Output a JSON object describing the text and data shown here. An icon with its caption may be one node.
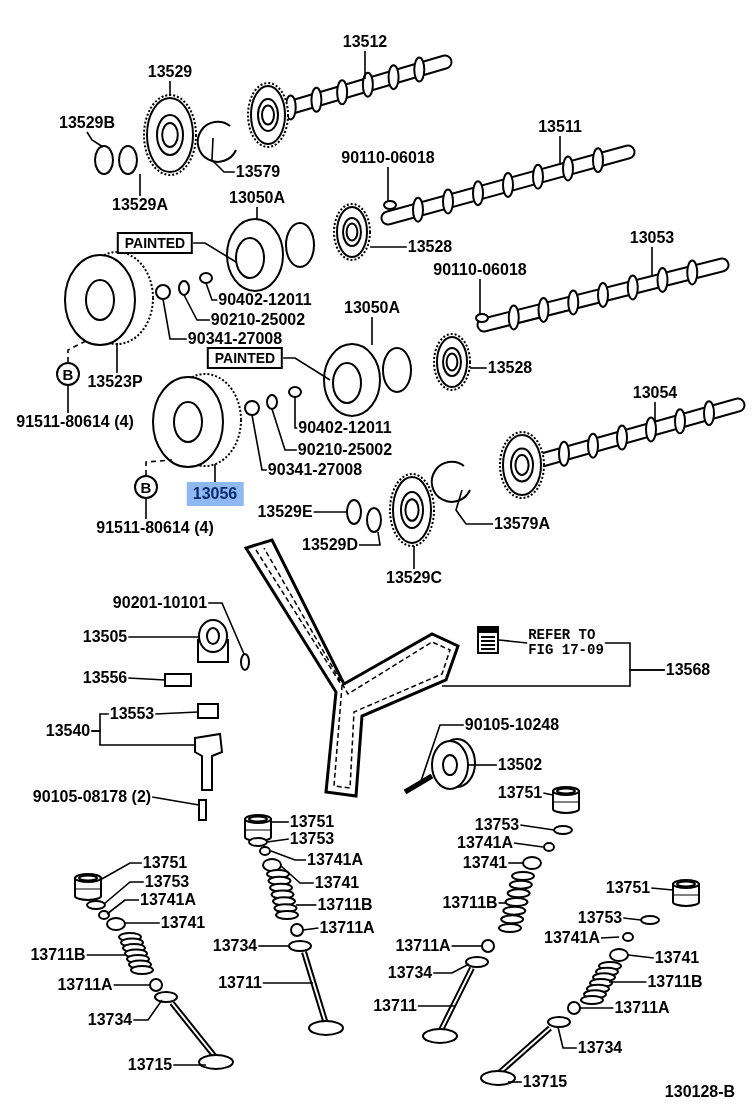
{
  "diagram": {
    "nodes": [
      {
        "text": [
          "13512"
        ]
      },
      {
        "text": [
          "13529"
        ]
      },
      {
        "text": [
          "13529B"
        ]
      },
      {
        "text": [
          "13579"
        ]
      },
      {
        "text": [
          "13529A"
        ]
      },
      {
        "text": [
          "13511"
        ]
      },
      {
        "text": [
          "90110-06018"
        ]
      },
      {
        "text": [
          "13050A"
        ]
      },
      {
        "text": [
          "13528"
        ]
      },
      {
        "text": [
          "PAINTED"
        ]
      },
      {
        "text": [
          "13053"
        ]
      },
      {
        "text": [
          "90110-06018"
        ]
      },
      {
        "text": [
          "90402-12011"
        ]
      },
      {
        "text": [
          "90210-25002"
        ]
      },
      {
        "text": [
          "90341-27008"
        ]
      },
      {
        "text": [
          "13050A"
        ]
      },
      {
        "text": [
          "13528"
        ]
      },
      {
        "text": [
          "PAINTED"
        ]
      },
      {
        "text": [
          "B"
        ]
      },
      {
        "text": [
          "91511-80614 (4)"
        ]
      },
      {
        "text": [
          "13523P"
        ]
      },
      {
        "text": [
          "90402-12011"
        ]
      },
      {
        "text": [
          "13054"
        ]
      },
      {
        "text": [
          "90210-25002"
        ]
      },
      {
        "text": [
          "90341-27008"
        ]
      },
      {
        "text": [
          "B"
        ]
      },
      {
        "text": [
          "91511-80614 (4)"
        ]
      },
      {
        "text": [
          "13056"
        ]
      },
      {
        "text": [
          "13529E"
        ]
      },
      {
        "text": [
          "13579A"
        ]
      },
      {
        "text": [
          "13529D"
        ]
      },
      {
        "text": [
          "13529C"
        ]
      },
      {
        "text": [
          "90201-10101"
        ]
      },
      {
        "text": [
          "13505"
        ]
      },
      {
        "text": [
          "REFER TO FIG 17-09"
        ]
      },
      {
        "text": [
          "13568"
        ]
      },
      {
        "text": [
          "13556"
        ]
      },
      {
        "text": [
          "13553"
        ]
      },
      {
        "text": [
          "13540"
        ]
      },
      {
        "text": [
          "90105-10248"
        ]
      },
      {
        "text": [
          "13502"
        ]
      },
      {
        "text": [
          "13751"
        ]
      },
      {
        "text": [
          "90105-08178 (2)"
        ]
      },
      {
        "text": [
          "13751"
        ]
      },
      {
        "text": [
          "13753"
        ]
      },
      {
        "text": [
          "13741A"
        ]
      },
      {
        "text": [
          "13741"
        ]
      },
      {
        "text": [
          "13711B"
        ]
      },
      {
        "text": [
          "13711A"
        ]
      },
      {
        "text": [
          "13734"
        ]
      },
      {
        "text": [
          "13711"
        ]
      },
      {
        "text": [
          "13753"
        ]
      },
      {
        "text": [
          "13741A"
        ]
      },
      {
        "text": [
          "13741"
        ]
      },
      {
        "text": [
          "13711B"
        ]
      },
      {
        "text": [
          "13711A"
        ]
      },
      {
        "text": [
          "13734"
        ]
      },
      {
        "text": [
          "13711"
        ]
      },
      {
        "text": [
          "13751"
        ]
      },
      {
        "text": [
          "13753"
        ]
      },
      {
        "text": [
          "13741A"
        ]
      },
      {
        "text": [
          "13741"
        ]
      },
      {
        "text": [
          "13711B"
        ]
      },
      {
        "text": [
          "13711A"
        ]
      },
      {
        "text": [
          "13734"
        ]
      },
      {
        "text": [
          "13715"
        ]
      },
      {
        "text": [
          "13751"
        ]
      },
      {
        "text": [
          "13753"
        ]
      },
      {
        "text": [
          "13741A"
        ]
      },
      {
        "text": [
          "13741"
        ]
      },
      {
        "text": [
          "13711B"
        ]
      },
      {
        "text": [
          "13711A"
        ]
      },
      {
        "text": [
          "13734"
        ]
      },
      {
        "text": [
          "13715"
        ]
      },
      {
        "text": [],
        "shape": "picture"
      },
      {
        "text": [],
        "shape": "picture"
      },
      {
        "text": [],
        "shape": "picture"
      },
      {
        "text": [],
        "shape": "circle"
      },
      {
        "text": [],
        "shape": "picture"
      },
      {
        "text": [],
        "shape": "circle"
      },
      {
        "text": [],
        "shape": "picture"
      },
      {
        "text": [],
        "shape": "circle"
      },
      {
        "text": [],
        "shape": "picture"
      },
      {
        "text": [],
        "shape": "picture"
      },
      {
        "text": [],
        "shape": "picture"
      },
      {
        "text": [],
        "shape": "circle"
      },
      {
        "text": [],
        "shape": "circle"
      },
      {
        "text": [],
        "shape": "circle"
      },
      {
        "text": [],
        "shape": "circle"
      },
      {
        "text": [],
        "shape": "picture"
      },
      {
        "text": [],
        "shape": "picture"
      },
      {
        "text": [],
        "shape": "picture"
      },
      {
        "text": [],
        "shape": "circle"
      },
      {
        "text": [],
        "shape": "picture"
      },
      {
        "text": [],
        "shape": "circle"
      },
      {
        "text": [],
        "shape": "circle"
      },
      {
        "text": [],
        "shape": "picture"
      },
      {
        "text": [],
        "shape": "circle"
      },
      {
        "text": [],
        "shape": "picture"
      },
      {
        "text": [],
        "shape": "circle"
      },
      {
        "text": [],
        "shape": "picture"
      },
      {
        "text": [],
        "shape": "circle"
      },
      {
        "text": [],
        "shape": "picture"
      },
      {
        "text": [],
        "shape": "picture"
      },
      {
        "text": [],
        "shape": "box"
      },
      {
        "text": [],
        "shape": "box"
      },
      {
        "text": [],
        "shape": "picture"
      },
      {
        "text": [],
        "shape": "picture"
      },
      {
        "text": [],
        "shape": "picture"
      },
      {
        "text": [],
        "shape": "picture"
      },
      {
        "text": [],
        "shape": "box"
      },
      {
        "text": [],
        "shape": "picture"
      },
      {
        "text": [],
        "shape": "circle"
      },
      {
        "text": [],
        "shape": "circle"
      },
      {
        "text": [],
        "shape": "circle"
      },
      {
        "text": [],
        "shape": "picture"
      },
      {
        "text": [],
        "shape": "circle"
      },
      {
        "text": [],
        "shape": "circle"
      },
      {
        "text": [],
        "shape": "picture"
      },
      {
        "text": [],
        "shape": "circle"
      },
      {
        "text": [],
        "shape": "circle"
      },
      {
        "text": [],
        "shape": "circle"
      },
      {
        "text": [],
        "shape": "picture"
      },
      {
        "text": [],
        "shape": "circle"
      },
      {
        "text": [],
        "shape": "circle"
      },
      {
        "text": [],
        "shape": "picture"
      },
      {
        "text": [],
        "shape": "picture"
      },
      {
        "text": [],
        "shape": "circle"
      },
      {
        "text": [],
        "shape": "circle"
      },
      {
        "text": [],
        "shape": "circle"
      },
      {
        "text": [],
        "shape": "picture"
      },
      {
        "text": [],
        "shape": "circle"
      },
      {
        "text": [],
        "shape": "circle"
      },
      {
        "text": [],
        "shape": "picture"
      },
      {
        "text": [],
        "shape": "picture"
      },
      {
        "text": [],
        "shape": "circle"
      },
      {
        "text": [],
        "shape": "circle"
      },
      {
        "text": [],
        "shape": "circle"
      },
      {
        "text": [],
        "shape": "picture"
      },
      {
        "text": [],
        "shape": "circle"
      },
      {
        "text": [],
        "shape": "circle"
      },
      {
        "text": [],
        "shape": "picture"
      }
    ],
    "edges": [
      {
        "from": 0,
        "to": 75,
        "arrow": "none"
      },
      {
        "from": 1,
        "to": 76,
        "arrow": "none"
      },
      {
        "from": 2,
        "to": 77,
        "arrow": "none"
      },
      {
        "from": 3,
        "to": 78,
        "arrow": "none"
      },
      {
        "from": 4,
        "to": 79,
        "arrow": "none"
      },
      {
        "from": 5,
        "to": 80,
        "arrow": "none"
      },
      {
        "from": 6,
        "to": 81,
        "arrow": "none"
      },
      {
        "from": 7,
        "to": 82,
        "arrow": "none"
      },
      {
        "from": 8,
        "to": 83,
        "arrow": "none"
      },
      {
        "from": 9,
        "to": 82,
        "arrow": "none"
      },
      {
        "from": 10,
        "to": 84,
        "arrow": "none"
      },
      {
        "from": 11,
        "to": 85,
        "arrow": "none"
      },
      {
        "from": 12,
        "to": 86,
        "arrow": "none"
      },
      {
        "from": 13,
        "to": 87,
        "arrow": "none"
      },
      {
        "from": 14,
        "to": 88,
        "arrow": "none"
      },
      {
        "from": 15,
        "to": 89,
        "arrow": "none"
      },
      {
        "from": 16,
        "to": 90,
        "arrow": "none"
      },
      {
        "from": 17,
        "to": 89,
        "arrow": "none"
      },
      {
        "from": 18,
        "to": 91,
        "arrow": "none",
        "style": "dashed"
      },
      {
        "from": 19,
        "to": 18,
        "arrow": "none"
      },
      {
        "from": 20,
        "to": 91,
        "arrow": "none"
      },
      {
        "from": 21,
        "to": 92,
        "arrow": "none"
      },
      {
        "from": 22,
        "to": 93,
        "arrow": "none"
      },
      {
        "from": 23,
        "to": 94,
        "arrow": "none"
      },
      {
        "from": 24,
        "to": 95,
        "arrow": "none"
      },
      {
        "from": 25,
        "to": 96,
        "arrow": "none",
        "style": "dashed"
      },
      {
        "from": 26,
        "to": 25,
        "arrow": "none"
      },
      {
        "from": 27,
        "to": 96,
        "arrow": "none"
      },
      {
        "from": 28,
        "to": 97,
        "arrow": "none"
      },
      {
        "from": 29,
        "to": 98,
        "arrow": "none"
      },
      {
        "from": 30,
        "to": 99,
        "arrow": "none"
      },
      {
        "from": 31,
        "to": 100,
        "arrow": "none"
      },
      {
        "from": 32,
        "to": 101,
        "arrow": "none"
      },
      {
        "from": 33,
        "to": 102,
        "arrow": "none"
      },
      {
        "from": 34,
        "to": 74,
        "arrow": "none"
      },
      {
        "from": 35,
        "to": 34,
        "arrow": "none"
      },
      {
        "from": 35,
        "to": 103,
        "arrow": "none"
      },
      {
        "from": 36,
        "to": 104,
        "arrow": "none"
      },
      {
        "from": 37,
        "to": 105,
        "arrow": "none"
      },
      {
        "from": 38,
        "to": 37,
        "arrow": "none"
      },
      {
        "from": 38,
        "to": 106,
        "arrow": "none"
      },
      {
        "from": 39,
        "to": 107,
        "arrow": "none"
      },
      {
        "from": 40,
        "to": 108,
        "arrow": "none"
      },
      {
        "from": 41,
        "to": 109,
        "arrow": "none"
      },
      {
        "from": 42,
        "to": 110,
        "arrow": "none"
      },
      {
        "from": 43,
        "to": 111,
        "arrow": "none"
      },
      {
        "from": 44,
        "to": 112,
        "arrow": "none"
      },
      {
        "from": 45,
        "to": 113,
        "arrow": "none"
      },
      {
        "from": 46,
        "to": 114,
        "arrow": "none"
      },
      {
        "from": 47,
        "to": 115,
        "arrow": "none"
      },
      {
        "from": 48,
        "to": 116,
        "arrow": "none"
      },
      {
        "from": 49,
        "to": 117,
        "arrow": "none"
      },
      {
        "from": 50,
        "to": 118,
        "arrow": "none"
      },
      {
        "from": 51,
        "to": 119,
        "arrow": "none"
      },
      {
        "from": 52,
        "to": 120,
        "arrow": "none"
      },
      {
        "from": 53,
        "to": 121,
        "arrow": "none"
      },
      {
        "from": 54,
        "to": 122,
        "arrow": "none"
      },
      {
        "from": 55,
        "to": 123,
        "arrow": "none"
      },
      {
        "from": 56,
        "to": 124,
        "arrow": "none"
      },
      {
        "from": 57,
        "to": 125,
        "arrow": "none"
      },
      {
        "from": 58,
        "to": 126,
        "arrow": "none"
      },
      {
        "from": 59,
        "to": 127,
        "arrow": "none"
      },
      {
        "from": 60,
        "to": 128,
        "arrow": "none"
      },
      {
        "from": 61,
        "to": 129,
        "arrow": "none"
      },
      {
        "from": 62,
        "to": 130,
        "arrow": "none"
      },
      {
        "from": 63,
        "to": 131,
        "arrow": "none"
      },
      {
        "from": 64,
        "to": 132,
        "arrow": "none"
      },
      {
        "from": 65,
        "to": 133,
        "arrow": "none"
      },
      {
        "from": 66,
        "to": 134,
        "arrow": "none"
      },
      {
        "from": 67,
        "to": 135,
        "arrow": "none"
      },
      {
        "from": 68,
        "to": 136,
        "arrow": "none"
      },
      {
        "from": 69,
        "to": 137,
        "arrow": "none"
      },
      {
        "from": 70,
        "to": 138,
        "arrow": "none"
      },
      {
        "from": 71,
        "to": 139,
        "arrow": "none"
      },
      {
        "from": 72,
        "to": 140,
        "arrow": "none"
      },
      {
        "from": 73,
        "to": 141,
        "arrow": "none"
      }
    ],
    "labels": [
      "130128-B"
    ]
  }
}
